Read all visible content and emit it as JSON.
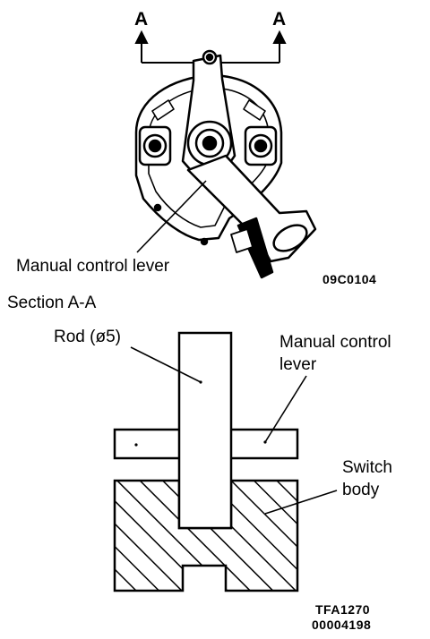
{
  "section_marks": {
    "left": "A",
    "right": "A"
  },
  "top_view": {
    "lever_label": "Manual control lever",
    "figure_code": "09C0104"
  },
  "section_view": {
    "title": "Section  A-A",
    "rod_label": "Rod (ø5)",
    "lever_label_line1": "Manual control",
    "lever_label_line2": "lever",
    "switch_label_line1": "Switch",
    "switch_label_line2": "body"
  },
  "footer_codes": {
    "line1": "TFA1270",
    "line2": "00004198"
  }
}
